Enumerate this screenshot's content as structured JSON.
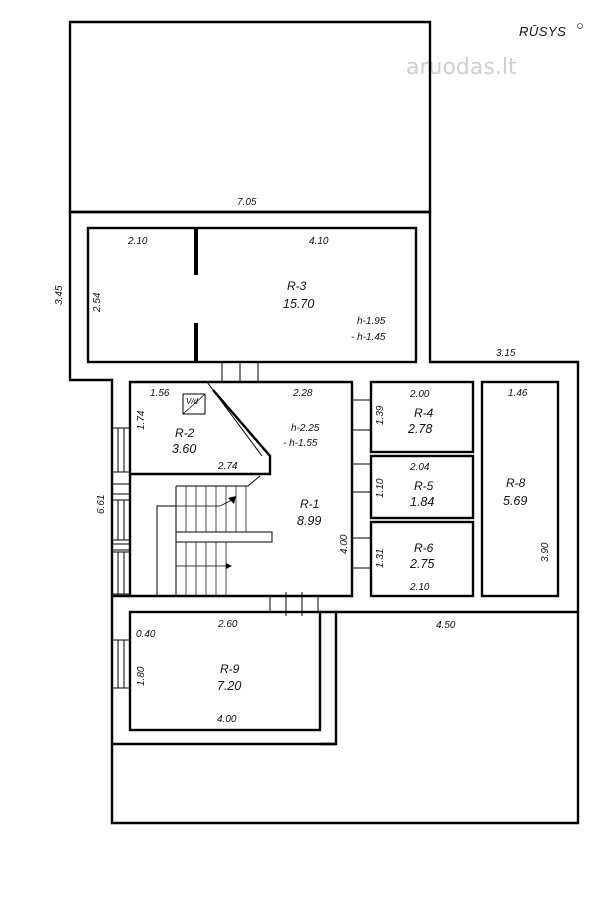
{
  "header": {
    "title": "RŪSYS",
    "watermark": "aruodas.lt"
  },
  "rooms": [
    {
      "id": "R-1",
      "area": "8.99"
    },
    {
      "id": "R-2",
      "area": "3.60"
    },
    {
      "id": "R-3",
      "area": "15.70"
    },
    {
      "id": "R-4",
      "area": "2.78"
    },
    {
      "id": "R-5",
      "area": "1.84"
    },
    {
      "id": "R-6",
      "area": "2.75"
    },
    {
      "id": "R-8",
      "area": "5.69"
    },
    {
      "id": "R-9",
      "area": "7.20"
    }
  ],
  "heights": {
    "r3_h": "h-1.95",
    "r3_hl": "- h-1.45",
    "r1_h": "h-2.25",
    "r1_hl": "- h-1.55"
  },
  "vent_symbol": "V/d",
  "dimensions": [
    "7.05",
    "3.45",
    "2.10",
    "4.10",
    "2.54",
    "3.15",
    "1.56",
    "2.28",
    "1.74",
    "2.74",
    "2.00",
    "1.39",
    "2.04",
    "1.10",
    "4.00",
    "1.31",
    "2.10",
    "1.46",
    "3.90",
    "6.61",
    "2.60",
    "0.40",
    "1.80",
    "4.00",
    "4.50"
  ]
}
